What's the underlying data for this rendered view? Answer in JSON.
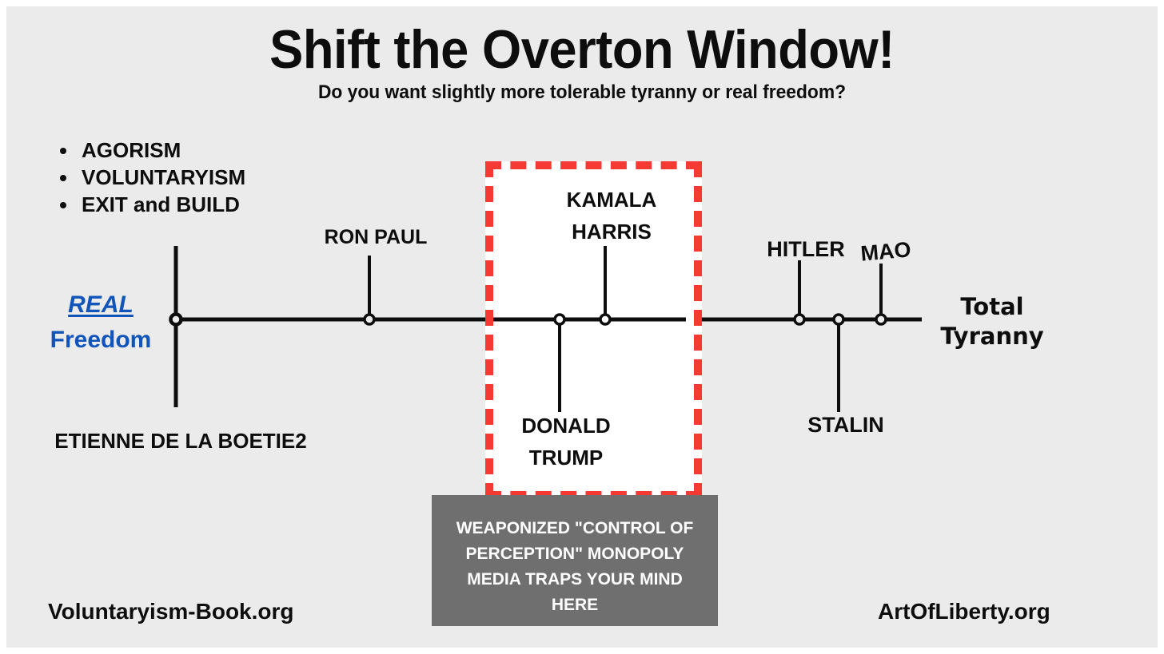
{
  "header": {
    "title": "Shift the Overton Window!",
    "subtitle": "Do you want slightly more tolerable tyranny or real freedom?"
  },
  "bullets": [
    {
      "label": "AGORISM"
    },
    {
      "label": "VOLUNTARYISM"
    },
    {
      "label": "EXIT and BUILD"
    }
  ],
  "axis": {
    "left_label_emphasis": "REAL",
    "left_label_main": "Freedom",
    "left_label_color": "#1155bb",
    "right_label": "Total\nTyranny",
    "line_color": "#0d0d0d"
  },
  "nodes": [
    {
      "name": "etienne-de-la-boetie2",
      "label": "ETIENNE DE LA BOETIE2",
      "side": "below"
    },
    {
      "name": "ron-paul",
      "label": "RON PAUL",
      "side": "above"
    },
    {
      "name": "donald-trump",
      "label": "DONALD\nTRUMP",
      "side": "below"
    },
    {
      "name": "kamala-harris",
      "label": "KAMALA\nHARRIS",
      "side": "above"
    },
    {
      "name": "hitler",
      "label": "HITLER",
      "side": "above"
    },
    {
      "name": "stalin",
      "label": "STALIN",
      "side": "below"
    },
    {
      "name": "mao",
      "label": "MAO",
      "side": "above"
    }
  ],
  "overton_window": {
    "border_color": "#f43a33",
    "fill_color": "#ffffff",
    "style": "dashed"
  },
  "media_box": {
    "text": "WEAPONIZED \"CONTROL OF PERCEPTION\" MONOPOLY MEDIA TRAPS YOUR MIND HERE",
    "background_color": "#706f6f",
    "text_color": "#ffffff"
  },
  "footer": {
    "left": "Voluntaryism-Book.org",
    "right": "ArtOfLiberty.org"
  },
  "canvas": {
    "background_color": "#ebebeb",
    "frame_color": "#ffffff"
  }
}
